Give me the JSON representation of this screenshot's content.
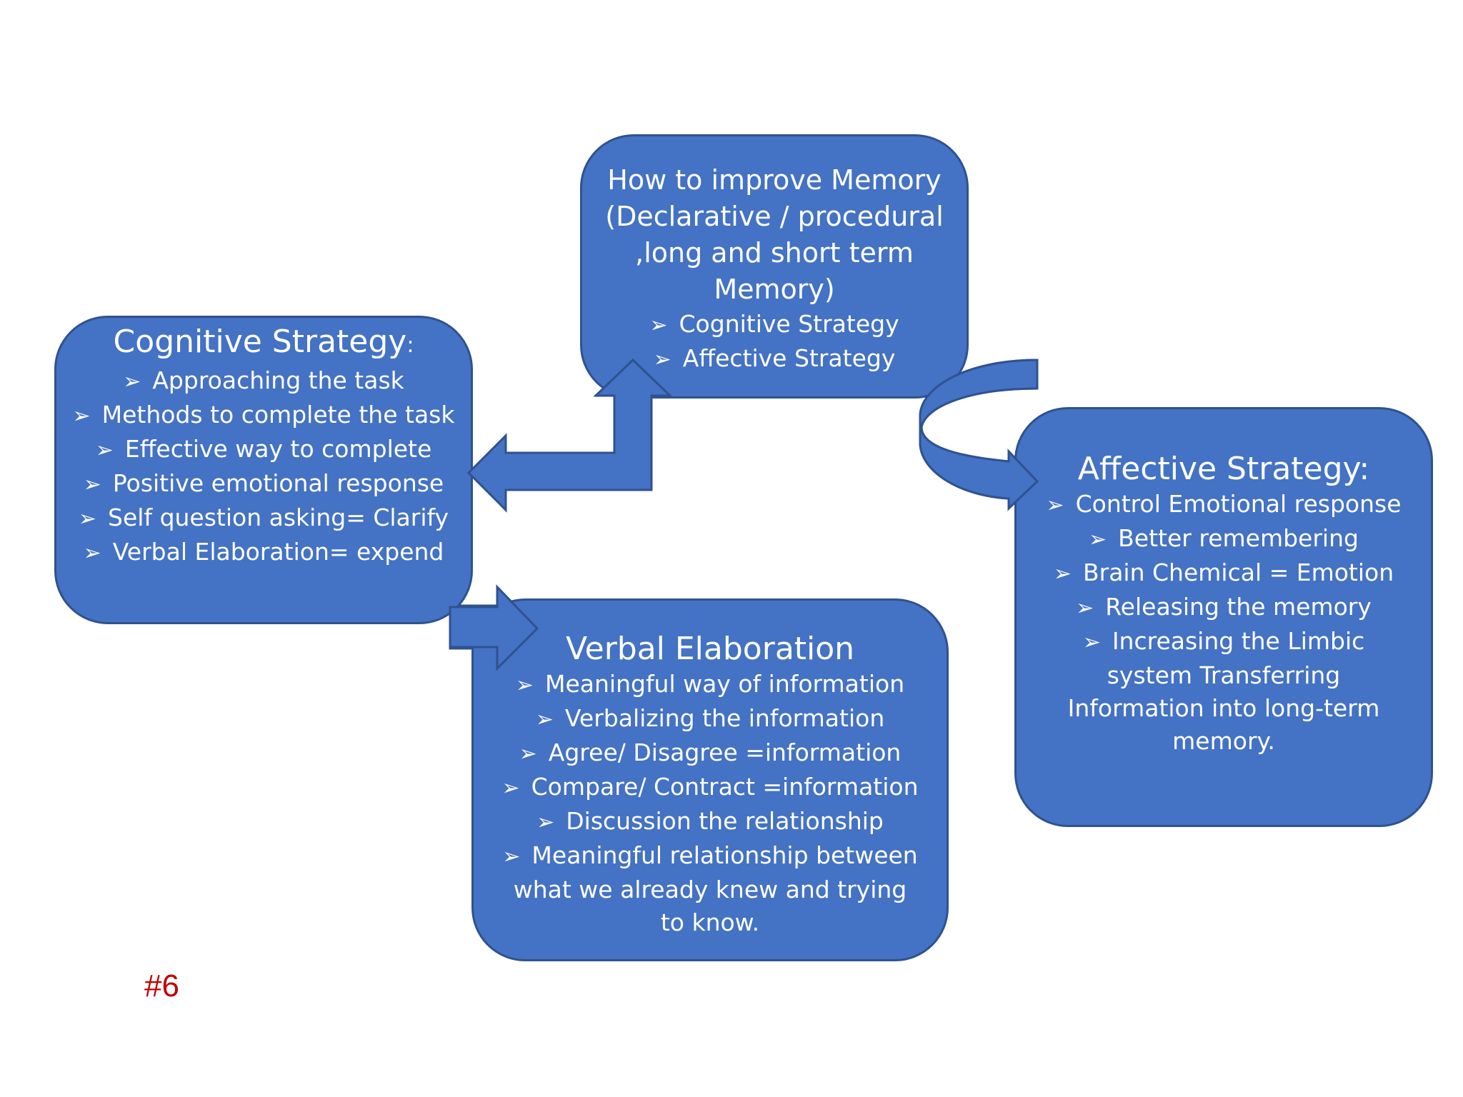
{
  "colors": {
    "box_fill": "#4472c4",
    "box_border": "#2f528f",
    "text": "#ffffff",
    "page_number": "#c00000"
  },
  "bullet_icon": "arrowhead-bullet",
  "memory_box": {
    "title_lines": [
      "How to improve Memory",
      "(Declarative / procedural",
      ",long and short term",
      "Memory)"
    ],
    "items": [
      "Cognitive Strategy",
      "Affective Strategy"
    ]
  },
  "cognitive_box": {
    "title": "Cognitive Strategy",
    "title_suffix": ":",
    "items": [
      "Approaching the task",
      "Methods to complete the task",
      "Effective way to complete",
      "Positive emotional response",
      "Self question asking= Clarify",
      "Verbal Elaboration= expend"
    ]
  },
  "affective_box": {
    "title": "Affective Strategy:",
    "items": [
      "Control Emotional response",
      "Better remembering",
      "Brain Chemical = Emotion",
      "Releasing the memory",
      "Increasing the Limbic system Transferring Information into long-term memory."
    ]
  },
  "verbal_box": {
    "title": "Verbal Elaboration",
    "items": [
      "Meaningful way of information",
      "Verbalizing the information",
      "Agree/ Disagree =information",
      "Compare/ Contract =information",
      "Discussion the relationship",
      "Meaningful relationship between what we already knew and trying to know."
    ]
  },
  "page_number": "#6"
}
